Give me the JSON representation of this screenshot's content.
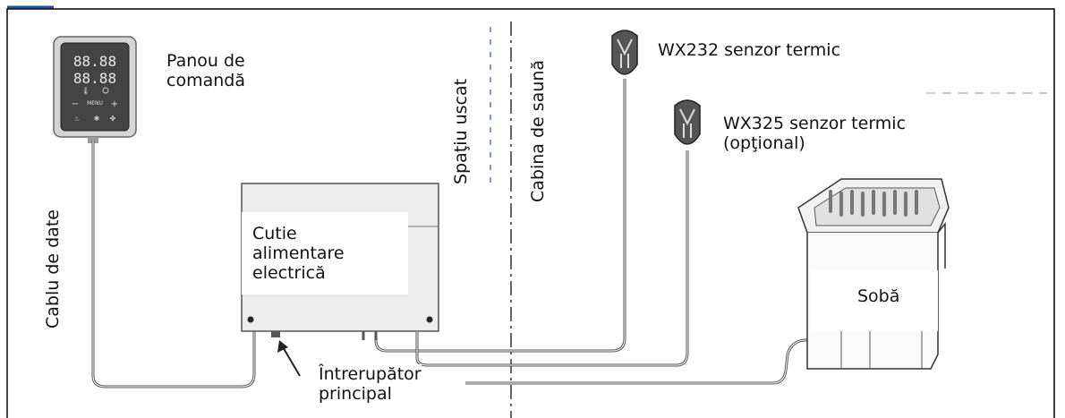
{
  "panel": {
    "label": "Panou de\ncomandă",
    "display_top": "88.88",
    "display_bottom": "88.88",
    "menu": "MENU"
  },
  "data_cable": {
    "label": "Cablu de date"
  },
  "power_box": {
    "label": "Cutie\nalimentare\nelectrică"
  },
  "main_switch": {
    "label": "Întrerupător\nprincipal"
  },
  "dry_space": {
    "label": "Spaţiu uscat"
  },
  "sauna_cabin": {
    "label": "Cabina  de saună"
  },
  "sensor_1": {
    "label": "WX232 senzor termic"
  },
  "sensor_2": {
    "label": "WX325 senzor termic\n(opţional)"
  },
  "heater": {
    "label": "Sobă"
  },
  "colors": {
    "line": "#333333",
    "box": "#e6e6e6",
    "panel": "#d9d9d9",
    "display": "#3a3a3a"
  }
}
